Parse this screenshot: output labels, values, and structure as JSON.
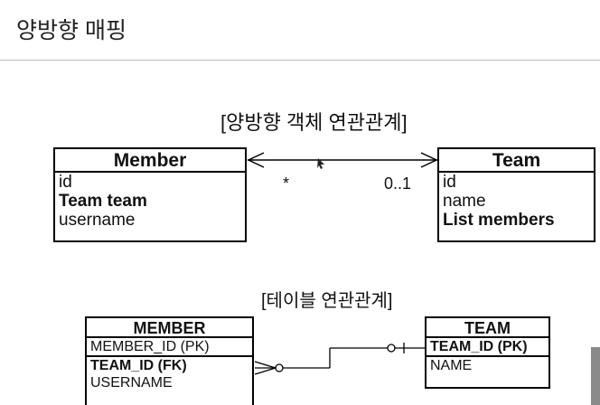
{
  "page": {
    "title": "양방향 매핑"
  },
  "object_diagram": {
    "title": "[양방향 객체 연관관계]",
    "member": {
      "header": "Member",
      "fields": [
        "id",
        "Team team",
        "username"
      ]
    },
    "team": {
      "header": "Team",
      "fields": [
        "id",
        "name",
        "List members"
      ]
    },
    "multiplicity_left": "*",
    "multiplicity_right": "0..1"
  },
  "table_diagram": {
    "title": "[테이블 연관관계]",
    "member": {
      "header": "MEMBER",
      "fields": [
        "MEMBER_ID (PK)",
        "TEAM_ID (FK)",
        "USERNAME"
      ]
    },
    "team": {
      "header": "TEAM",
      "fields": [
        "TEAM_ID (PK)",
        "NAME"
      ]
    }
  }
}
